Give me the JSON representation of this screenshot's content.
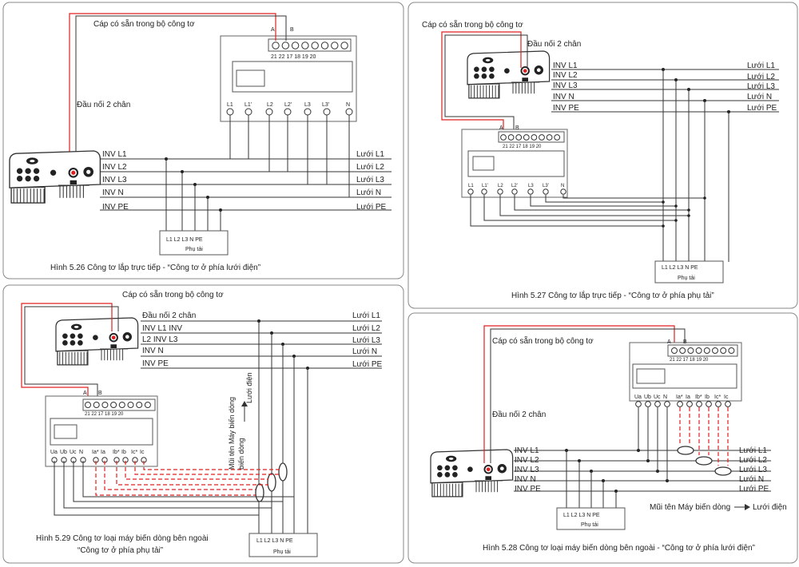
{
  "panels": [
    {
      "id": "5.26",
      "caption": "Hình 5.26 Công tơ lắp trực tiếp - “Công tơ ở phía lưới điện”",
      "cable_label": "Cáp có sẵn trong bộ công tơ",
      "connector_label": "Đầu nối 2 chân",
      "terminal_letters": [
        "A",
        "B"
      ],
      "terminal_numbers": "21 22 17 18 19 20",
      "meter_terminals": [
        "L1",
        "L1'",
        "L2",
        "L2'",
        "L3",
        "L3'",
        "N"
      ],
      "inv_lines": [
        "INV L1",
        "INV L2",
        "INV L3",
        "INV N",
        "INV PE"
      ],
      "grid_lines": [
        "Lưới L1",
        "Lưới L2",
        "Lưới L3",
        "Lưới N",
        "Lưới PE"
      ],
      "load_terminals": "L1  L2  L3  N   PE",
      "load_label": "Phụ tải"
    },
    {
      "id": "5.27",
      "caption": "Hình 5.27 Công tơ lắp trực tiếp - “Công tơ ở phía phụ tải”",
      "cable_label": "Cáp có sẵn trong bộ công tơ",
      "connector_label": "Đầu nối 2 chân",
      "terminal_letters": [
        "A",
        "B"
      ],
      "terminal_numbers": "21 22 17 18 19 20",
      "meter_terminals": [
        "L1",
        "L1'",
        "L2",
        "L2'",
        "L3",
        "L3'",
        "N"
      ],
      "inv_lines": [
        "INV L1",
        "INV L2",
        "INV L3",
        "INV N",
        "INV PE"
      ],
      "grid_lines": [
        "Lưới  L1",
        "Lưới  L2",
        "Lưới  L3",
        "Lưới N",
        "Lưới PE"
      ],
      "load_terminals": "L1  L2  L3  N   PE",
      "load_label": "Phụ tải"
    },
    {
      "id": "5.29",
      "caption_line1": "Hình 5.29 Công tơ loại máy biến dòng bên ngoài",
      "caption_line2": "“Công tơ ở phía phụ tải”",
      "cable_label": "Cáp có sẵn trong bộ công tơ",
      "connector_label": "Đầu nối 2 chân",
      "terminal_letters": [
        "A",
        "B"
      ],
      "terminal_numbers": "21 22 17 18 19 20",
      "meter_terminals": [
        "Ua",
        "Ub",
        "Uc",
        "N",
        "Ia*",
        "Ia",
        "Ib*",
        "Ib",
        "Ic*",
        "Ic"
      ],
      "inv_lines": [
        "INV L1 INV",
        "L2 INV L3",
        "INV N",
        "INV PE"
      ],
      "grid_lines": [
        "Lưới L1",
        "Lưới L2",
        "Lưới L3",
        "Lưới N",
        "Lưới PE"
      ],
      "ct_arrow_label": "Mũi tên Máy biến dòng",
      "grid_arrow_label": "Lưới điện",
      "load_terminals": "L1  L2  L3  N   PE",
      "load_label": "Phụ tải"
    },
    {
      "id": "5.28",
      "caption": "Hình 5.28 Công tơ loại máy biến dòng bên ngoài - “Công tơ ở phía lưới điện”",
      "cable_label": "Cáp có sẵn trong bộ công tơ",
      "connector_label": "Đầu nối 2 chân",
      "terminal_letters": [
        "A",
        "B"
      ],
      "terminal_numbers": "21 22 17 18 19 20",
      "meter_terminals": [
        "Ua",
        "Ub",
        "Uc",
        "N",
        "Ia*",
        "Ia",
        "Ib*",
        "Ib",
        "Ic*",
        "Ic"
      ],
      "inv_lines": [
        "INV L1",
        "INV L2",
        "INV L3",
        "INV N",
        "INV PE"
      ],
      "grid_lines": [
        "Lưới  L1",
        "Lưới  L2",
        "Lưới  L3",
        "Lưới N",
        "Lưới PE"
      ],
      "ct_arrow_label": "Mũi tên Máy biến dòng",
      "grid_arrow_label": "Lưới điện",
      "load_terminals": "L1  L2  L3  N   PE",
      "load_label": "Phụ tải"
    }
  ],
  "colors": {
    "wire": "#333333",
    "comm_cable": "#e02020",
    "frame": "#888888"
  }
}
